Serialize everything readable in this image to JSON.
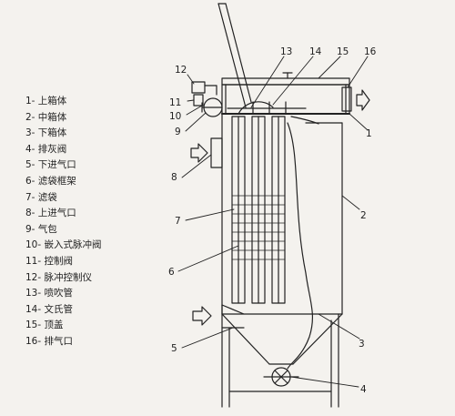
{
  "legend": [
    "1- 上箱体",
    "2- 中箱体",
    "3- 下箱体",
    "4- 排灰阀",
    "5- 下进气口",
    "6- 滤袋框架",
    "7- 滤袋",
    "8- 上进气口",
    "9- 气包",
    "10- 嵌入式脉冲阀",
    "11- 控制阀",
    "12- 脉冲控制仪",
    "13- 喷吹管",
    "14- 文氏管",
    "15- 顶盖",
    "16- 排气口"
  ],
  "callouts": {
    "n1": "1",
    "n2": "2",
    "n3": "3",
    "n4": "4",
    "n5": "5",
    "n6": "6",
    "n7": "7",
    "n8": "8",
    "n9": "9",
    "n10": "10",
    "n11": "11",
    "n12": "12",
    "n13": "13",
    "n14": "14",
    "n15": "15",
    "n16": "16"
  },
  "colors": {
    "ink": "#222222",
    "paper": "#f4f2ee"
  }
}
